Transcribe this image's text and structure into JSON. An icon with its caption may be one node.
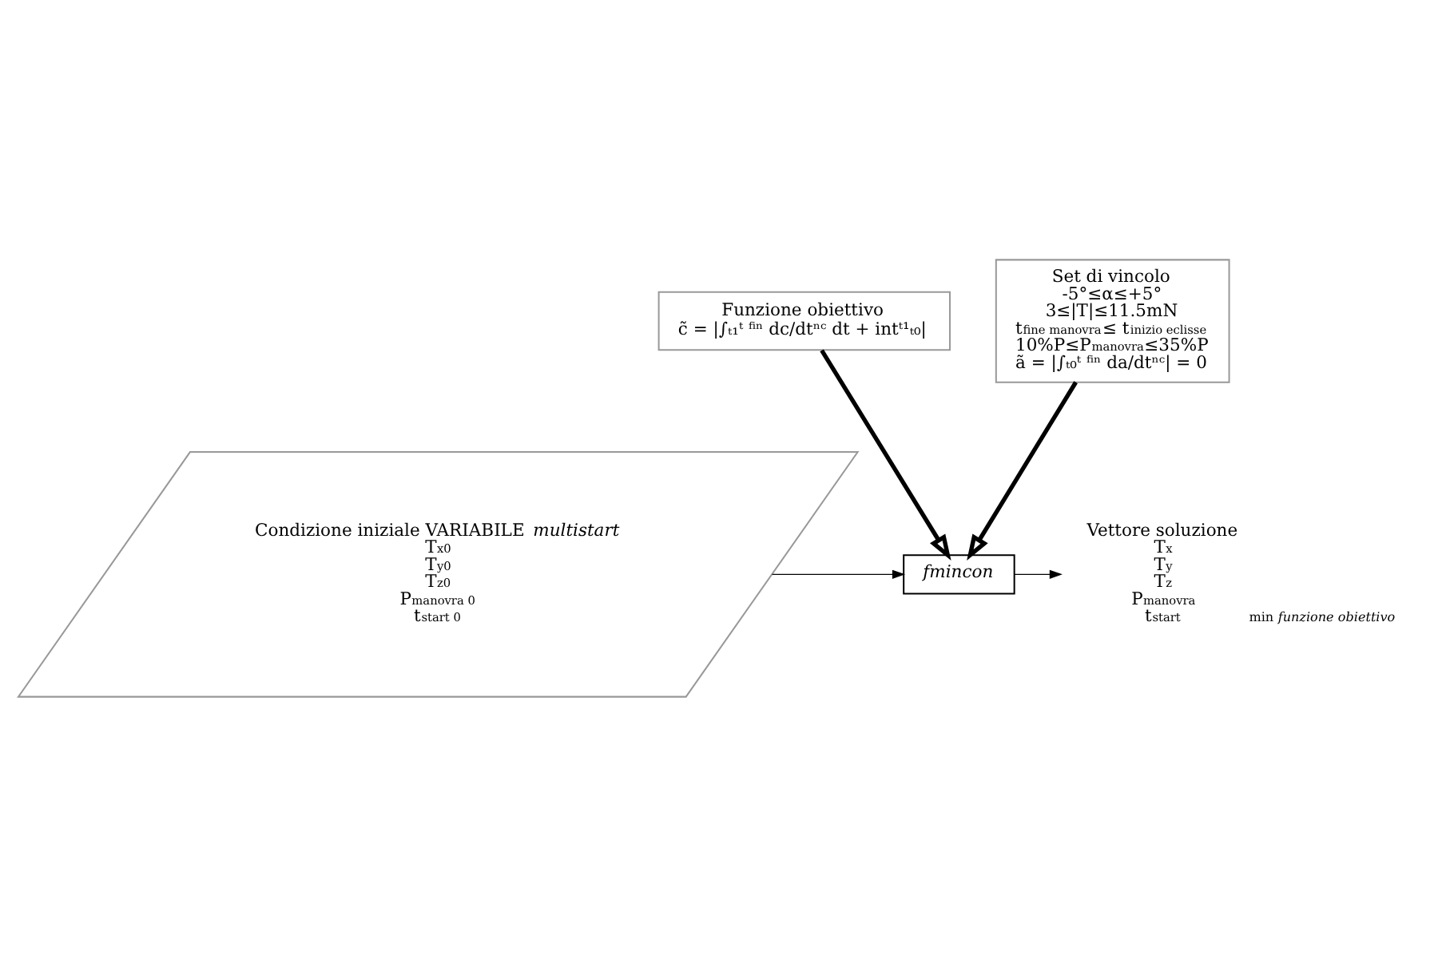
{
  "diagram": {
    "nodes": [
      {
        "text": [
          "Funzione obiettivo",
          "c̃ = |∫ₜ₁ᵗ ᶠⁱⁿ dc/dtⁿᶜ dt + intᵗ¹ₜ₀|"
        ]
      },
      {
        "text": [
          "Set di vincolo",
          "-5°≤α≤+5°",
          "3≤|T|≤11.5mN",
          "t$_{fine manovra}$≤ t$_{inizio eclisse}$",
          "10%P≤P$_{manovra}$≤35%P",
          "ã = |∫ₜ₀ᵗ ᶠⁱⁿ da/dtⁿᶜ| = 0"
        ]
      },
      {
        "text": [
          "Condizione iniziale VARIABILE *multistart*",
          "T$_{x0}$",
          "T$_{y0}$",
          "T$_{z0}$",
          "P$_{manovra 0}$",
          "t$_{start 0}$"
        ]
      },
      {
        "text": [
          "*fmincon*"
        ]
      },
      {
        "text": [
          "Vettore soluzione",
          "T$_{x}$",
          "T$_{y}$",
          "T$_{z}$",
          "P$_{manovra}$",
          "t$_{start}$"
        ],
        "beside": [
          "min *funzione obiettivo*"
        ]
      }
    ],
    "edges": [
      {
        "from": 0,
        "to": 3,
        "arrow": "to",
        "style": "thick"
      },
      {
        "from": 1,
        "to": 3,
        "arrow": "to",
        "style": "thick"
      },
      {
        "from": 2,
        "to": 3,
        "arrow": "to"
      },
      {
        "from": 3,
        "to": 4,
        "arrow": "to"
      }
    ]
  }
}
